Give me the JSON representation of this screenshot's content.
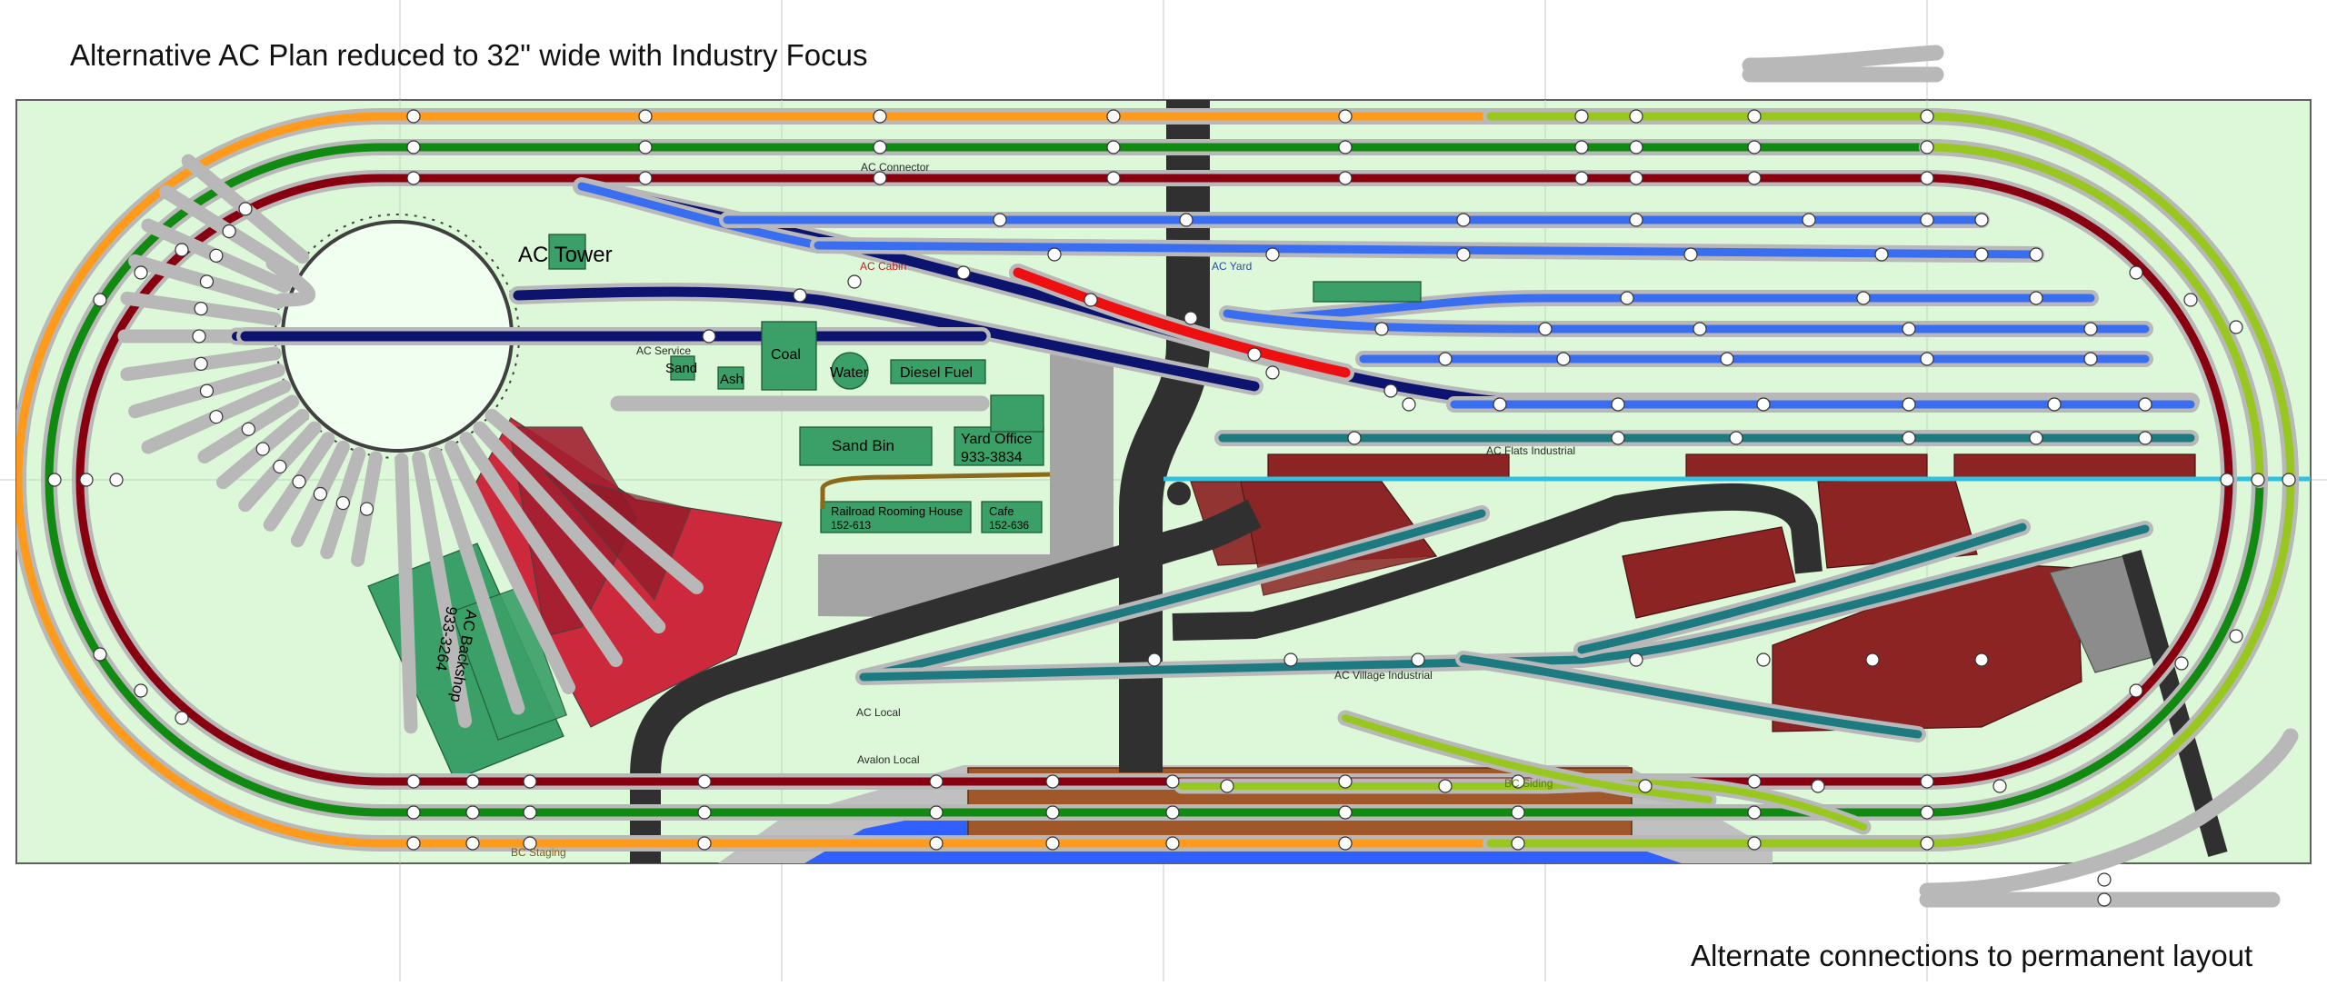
{
  "title": "Alternative AC Plan reduced to 32\" wide with Industry Focus",
  "footer_note": "Alternate connections to permanent layout",
  "colors": {
    "board": "#dcf8d8",
    "track_gray": "#b8b8b8",
    "orange": "#ff9a1a",
    "green": "#108a10",
    "dark_red": "#880010",
    "blue": "#3a6ef0",
    "navy": "#0c1470",
    "red": "#ee1010",
    "teal": "#1c7a80",
    "lime": "#98c820",
    "road": "#303030",
    "roundhouse": "#cc2a3c",
    "building_green": "#3aa068",
    "industry": "#8c2424",
    "water": "#3060ff",
    "dock": "#a0582a",
    "cyan": "#30c0e0"
  },
  "track_labels": {
    "connector": "AC Connector",
    "cabin": "AC Cabin",
    "yard": "AC Yard",
    "service": "AC Service",
    "flats": "AC Flats Industrial",
    "village": "AC Village Industrial",
    "local": "AC Local",
    "staging": "BC Staging",
    "lower": "Avalon Local",
    "siding": "BC Siding"
  },
  "structures": {
    "tower": "AC Tower",
    "coal": "Coal",
    "sand": "Sand",
    "ash": "Ash",
    "water": "Water",
    "diesel": "Diesel Fuel",
    "sand_bin": "Sand Bin",
    "yard_office_name": "Yard Office",
    "yard_office_phone": "933-3834",
    "rooming_house_name": "Railroad Rooming House",
    "rooming_house_phone": "152-613",
    "cafe_name": "Cafe",
    "cafe_phone": "152-636",
    "backshop_name": "AC Backshop",
    "backshop_phone": "933-3264"
  }
}
